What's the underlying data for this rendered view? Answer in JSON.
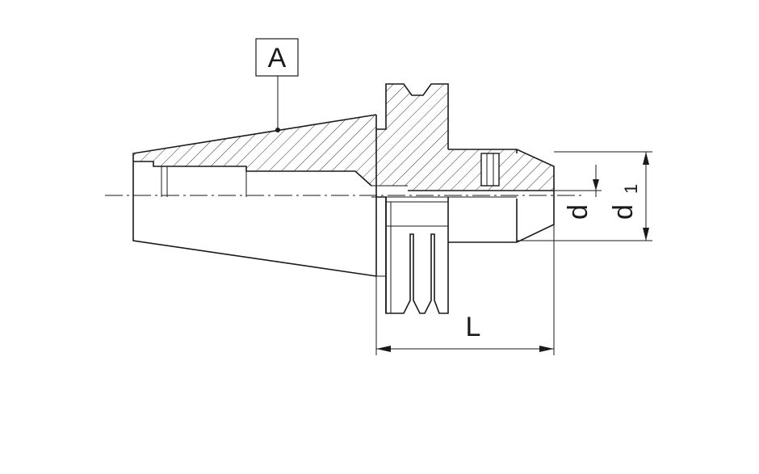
{
  "labels": {
    "callout": "A",
    "length": "L",
    "diameter": "d",
    "outer_diameter": "d",
    "outer_diameter_subscript": "1"
  },
  "colors": {
    "line": "#1a1a1a",
    "background": "#ffffff"
  }
}
